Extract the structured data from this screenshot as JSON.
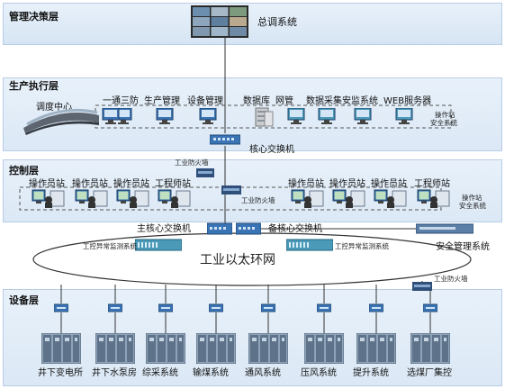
{
  "layers": {
    "decision": "管理决策层",
    "production": "生产执行层",
    "control": "控制层",
    "equipment": "设备层"
  },
  "decision": {
    "system": "总调系统"
  },
  "production": {
    "dispatch_center": "调度中心",
    "left_systems": [
      "一通三防",
      "生产管理",
      "设备管理"
    ],
    "right_systems": [
      "数据库",
      "网管",
      "数据采集",
      "安监系统",
      "WEB服务器"
    ],
    "security_note": [
      "操作站",
      "安全系统"
    ],
    "core_switch": "核心交换机"
  },
  "control": {
    "firewall_top": "工业防火墙",
    "firewall_mid": "工业防火墙",
    "left_stations": [
      "操作员站",
      "操作员站",
      "操作员站",
      "工程师站"
    ],
    "right_stations": [
      "操作员站",
      "操作员站",
      "操作员站",
      "工程师站"
    ],
    "security_note": [
      "操作站",
      "安全系统"
    ],
    "main_core_switch": "主核心交换机",
    "backup_core_switch": "备核心交换机",
    "security_mgmt": "安全管理系统"
  },
  "network": {
    "ring_label": "工业以太环网",
    "anomaly_left": "工控异常监测系统",
    "anomaly_right": "工控异常监测系统",
    "firewall_bottom": "工业防火墙"
  },
  "equipment": {
    "systems": [
      "井下变电所",
      "井下水泵房",
      "综采系统",
      "输煤系统",
      "通风系统",
      "压风系统",
      "提升系统",
      "选煤厂集控"
    ]
  },
  "colors": {
    "layer_border": "#b8cde4",
    "layer_fill": "#e4eef8",
    "network_line": "#333333",
    "device_blue": "#3a74b4",
    "server_teal": "#4b9ab8"
  }
}
